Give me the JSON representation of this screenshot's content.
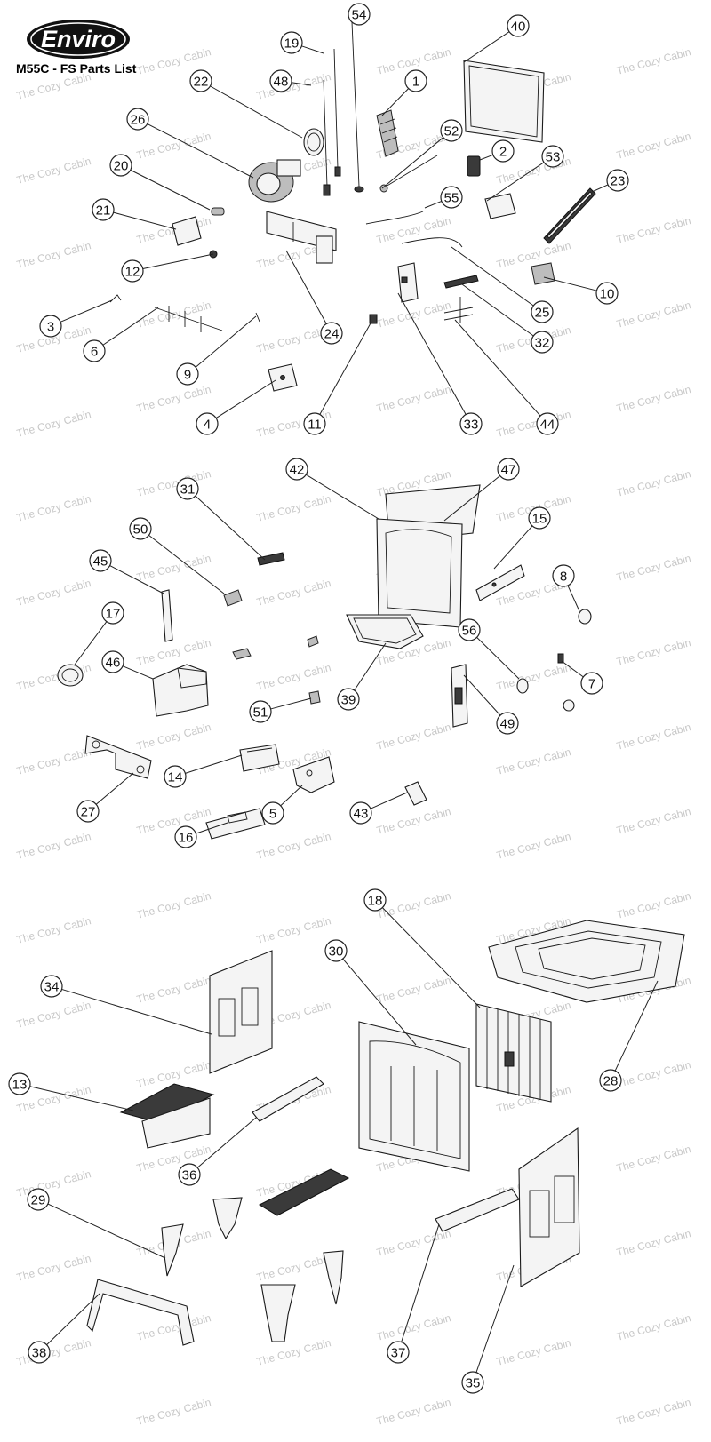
{
  "brand": {
    "logo_text": "Enviro"
  },
  "title": "M55C - FS Parts List",
  "watermark_text": "The Cozy Cabin",
  "callouts": [
    {
      "id": "c54",
      "label": "54"
    },
    {
      "id": "c19",
      "label": "19"
    },
    {
      "id": "c40",
      "label": "40"
    },
    {
      "id": "c48",
      "label": "48"
    },
    {
      "id": "c22",
      "label": "22"
    },
    {
      "id": "c1",
      "label": "1"
    },
    {
      "id": "c26",
      "label": "26"
    },
    {
      "id": "c52",
      "label": "52"
    },
    {
      "id": "c2",
      "label": "2"
    },
    {
      "id": "c53",
      "label": "53"
    },
    {
      "id": "c20",
      "label": "20"
    },
    {
      "id": "c23",
      "label": "23"
    },
    {
      "id": "c55",
      "label": "55"
    },
    {
      "id": "c21",
      "label": "21"
    },
    {
      "id": "c12",
      "label": "12"
    },
    {
      "id": "c10",
      "label": "10"
    },
    {
      "id": "c25",
      "label": "25"
    },
    {
      "id": "c3",
      "label": "3"
    },
    {
      "id": "c24",
      "label": "24"
    },
    {
      "id": "c32",
      "label": "32"
    },
    {
      "id": "c6",
      "label": "6"
    },
    {
      "id": "c9",
      "label": "9"
    },
    {
      "id": "c4",
      "label": "4"
    },
    {
      "id": "c11",
      "label": "11"
    },
    {
      "id": "c33",
      "label": "33"
    },
    {
      "id": "c44",
      "label": "44"
    },
    {
      "id": "c42",
      "label": "42"
    },
    {
      "id": "c47",
      "label": "47"
    },
    {
      "id": "c31",
      "label": "31"
    },
    {
      "id": "c15",
      "label": "15"
    },
    {
      "id": "c50",
      "label": "50"
    },
    {
      "id": "c8",
      "label": "8"
    },
    {
      "id": "c45",
      "label": "45"
    },
    {
      "id": "c17",
      "label": "17"
    },
    {
      "id": "c56",
      "label": "56"
    },
    {
      "id": "c46",
      "label": "46"
    },
    {
      "id": "c7",
      "label": "7"
    },
    {
      "id": "c39",
      "label": "39"
    },
    {
      "id": "c51",
      "label": "51"
    },
    {
      "id": "c49",
      "label": "49"
    },
    {
      "id": "c14",
      "label": "14"
    },
    {
      "id": "c27",
      "label": "27"
    },
    {
      "id": "c5",
      "label": "5"
    },
    {
      "id": "c43",
      "label": "43"
    },
    {
      "id": "c16",
      "label": "16"
    },
    {
      "id": "c18",
      "label": "18"
    },
    {
      "id": "c30",
      "label": "30"
    },
    {
      "id": "c34",
      "label": "34"
    },
    {
      "id": "c28",
      "label": "28"
    },
    {
      "id": "c13",
      "label": "13"
    },
    {
      "id": "c36",
      "label": "36"
    },
    {
      "id": "c29",
      "label": "29"
    },
    {
      "id": "c38",
      "label": "38"
    },
    {
      "id": "c37",
      "label": "37"
    },
    {
      "id": "c35",
      "label": "35"
    }
  ]
}
